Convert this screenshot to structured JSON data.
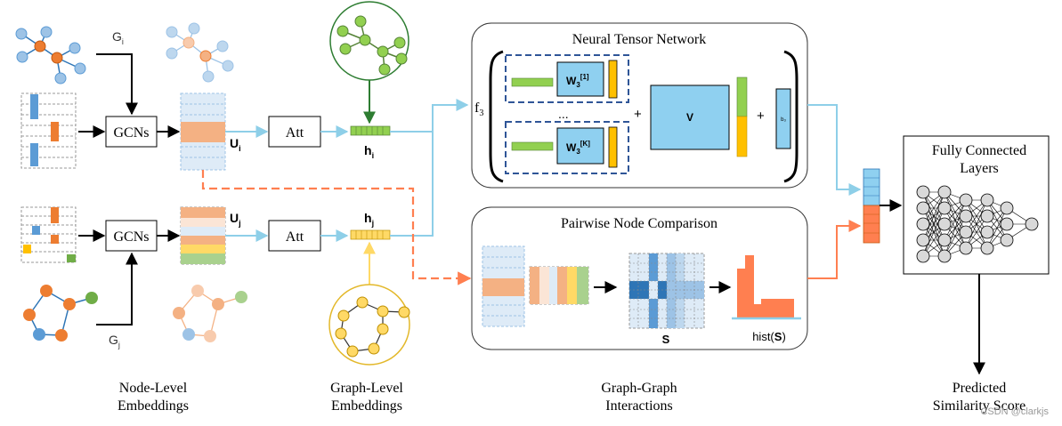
{
  "left": {
    "gi": "G",
    "gi_sub": "i",
    "gj": "G",
    "gj_sub": "j",
    "gcn_top": "GCNs",
    "gcn_bottom": "GCNs",
    "ui": "U",
    "ui_sub": "i",
    "uj": "U",
    "uj_sub": "j",
    "att_top": "Att",
    "att_bottom": "Att",
    "hi": "h",
    "hi_sub": "i",
    "hj": "h",
    "hj_sub": "j"
  },
  "ntn": {
    "title": "Neural Tensor Network",
    "f3": "f",
    "f3_sub": "3",
    "w1": "W",
    "w1_sub": "3",
    "w1_sup": "[1]",
    "dots": "...",
    "wk": "W",
    "wk_sub": "3",
    "wk_sup": "[K]",
    "plus1": "+",
    "v": "V",
    "plus2": "+",
    "b3": "b₃"
  },
  "pnc": {
    "title": "Pairwise Node Comparison",
    "s": "S",
    "hist": "hist(",
    "hist_s": "S",
    "hist_close": ")"
  },
  "fc": {
    "title_line1": "Fully Connected",
    "title_line2": "Layers"
  },
  "captions": {
    "node_level_1": "Node-Level",
    "node_level_2": "Embeddings",
    "graph_level_1": "Graph-Level",
    "graph_level_2": "Embeddings",
    "interactions_1": "Graph-Graph",
    "interactions_2": "Interactions",
    "score_1": "Predicted",
    "score_2": "Similarity Score"
  },
  "watermark": "CSDN @clarkjs",
  "colors": {
    "blue_light": "#9dc3e6",
    "blue_mid": "#5b9bd5",
    "blue_dark": "#2e75b6",
    "orange": "#ed7d31",
    "orange_light": "#f4b183",
    "green": "#70ad47",
    "green_dark": "#548235",
    "yellow": "#ffc000",
    "cyan_box": "#8fd0f0",
    "navy_dash": "#2f5597",
    "arrow_blue": "#8ecfe8",
    "arrow_orange": "#ff7f50"
  }
}
